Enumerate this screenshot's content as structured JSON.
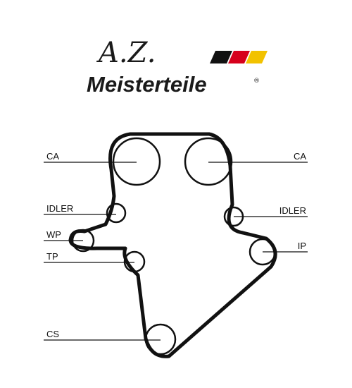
{
  "logo": {
    "script_text": "A.Z.",
    "word_text": "Meisterteile",
    "registered_mark": "®",
    "stripe_colors": [
      "#111111",
      "#d6001c",
      "#f2c200"
    ]
  },
  "diagram": {
    "belt_color": "#111111",
    "labels": {
      "ca_left": "CA",
      "ca_right": "CA",
      "idler_left": "IDLER",
      "idler_right": "IDLER",
      "wp": "WP",
      "tp": "TP",
      "ip": "IP",
      "cs": "CS"
    }
  }
}
